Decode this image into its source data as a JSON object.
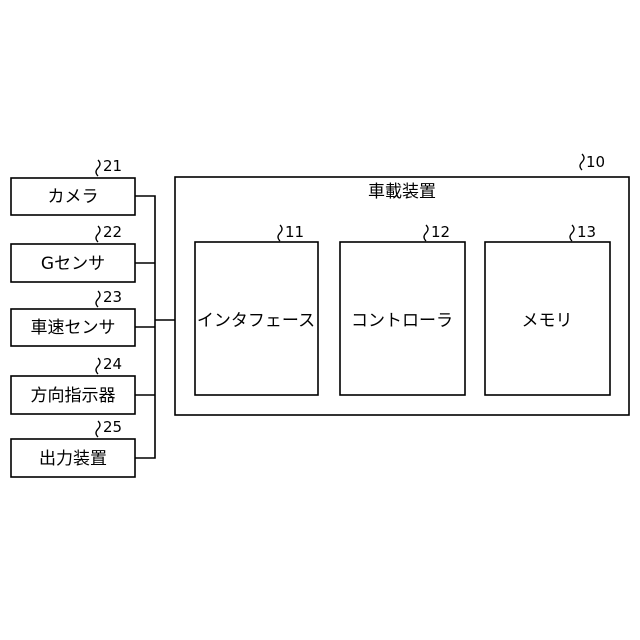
{
  "diagram": {
    "device": {
      "label": "車載装置",
      "ref": "10"
    },
    "components": [
      {
        "label": "インタフェース",
        "ref": "11"
      },
      {
        "label": "コントローラ",
        "ref": "12"
      },
      {
        "label": "メモリ",
        "ref": "13"
      }
    ],
    "peripherals": [
      {
        "label": "カメラ",
        "ref": "21"
      },
      {
        "label": "Gセンサ",
        "ref": "22"
      },
      {
        "label": "車速センサ",
        "ref": "23"
      },
      {
        "label": "方向指示器",
        "ref": "24"
      },
      {
        "label": "出力装置",
        "ref": "25"
      }
    ]
  }
}
